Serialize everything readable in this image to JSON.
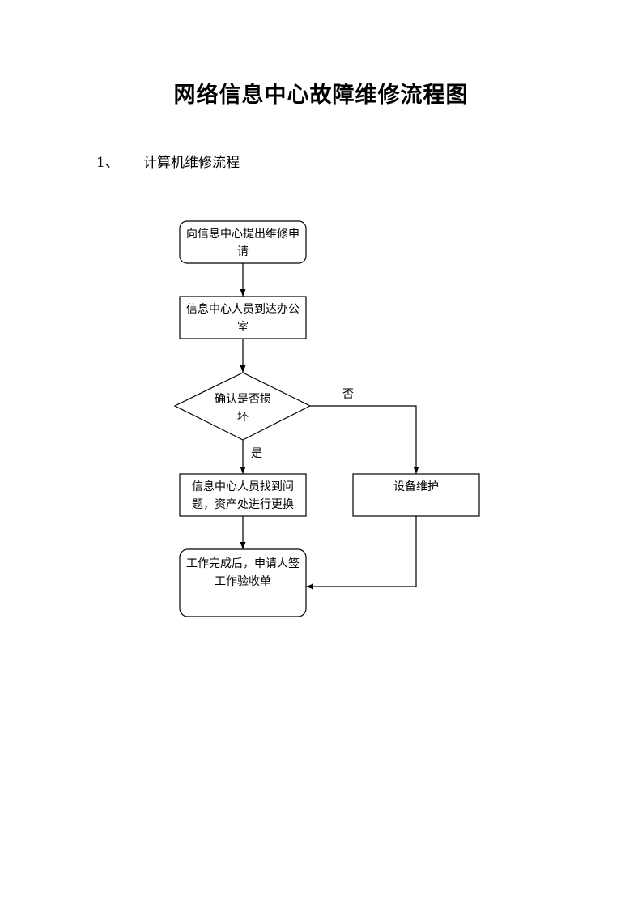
{
  "document": {
    "title": "网络信息中心故障维修流程图",
    "section": {
      "number": "1、",
      "heading": "计算机维修流程"
    }
  },
  "flowchart": {
    "nodes": {
      "submit_request": "向信息中心提出维修申请",
      "staff_arrive": "信息中心人员到达办公室",
      "confirm_damage": "确认是否损坏",
      "find_problem": "信息中心人员找到问题，资产处进行更换",
      "device_repair": "设备维护",
      "complete_sign": "工作完成后，申请人签工作验收单"
    },
    "edges": {
      "no_label": "否",
      "yes_label": "是"
    }
  }
}
